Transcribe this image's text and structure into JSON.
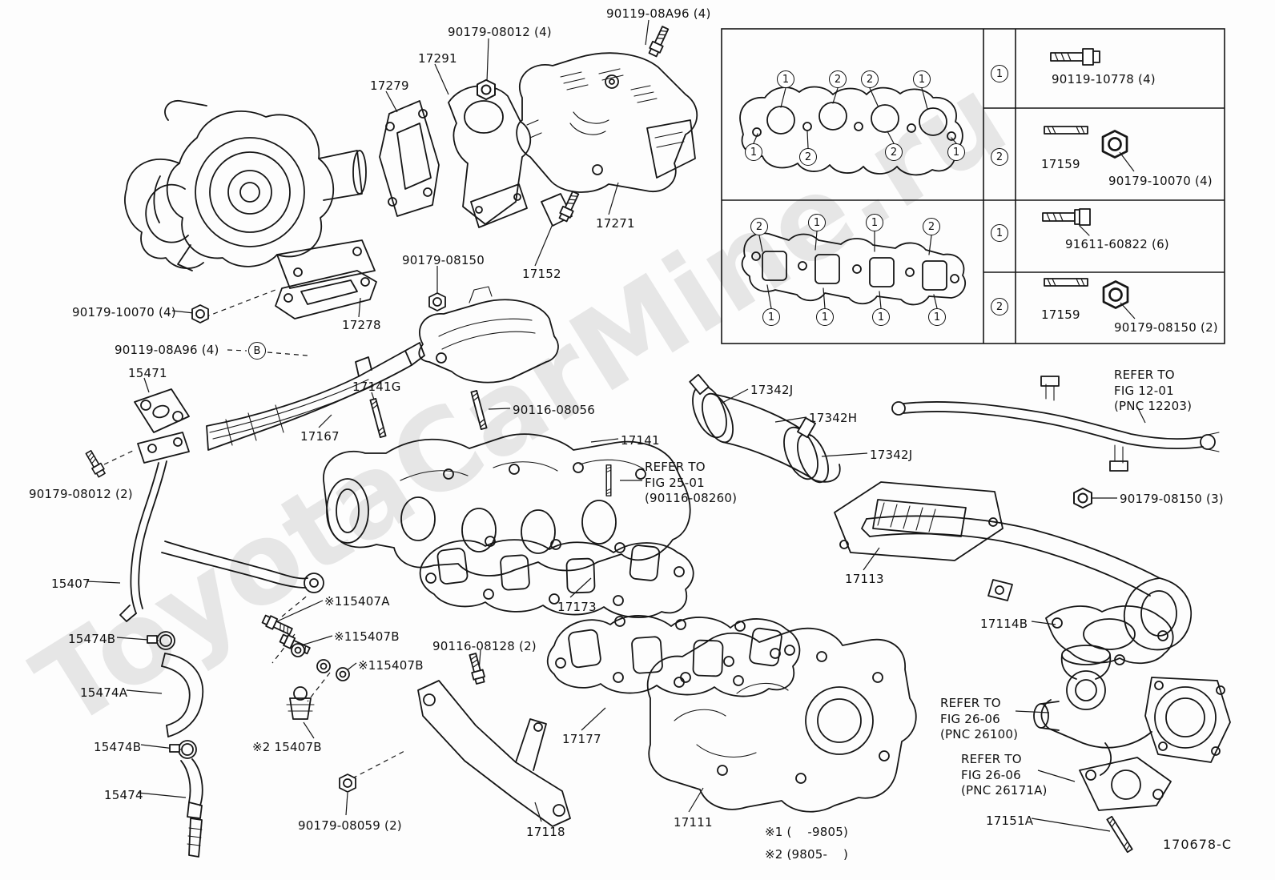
{
  "meta": {
    "drawing_number": "170678-C",
    "watermark": "ToyotaCarMine.ru"
  },
  "notes": {
    "note1": "※1 (    -9805)",
    "note2": "※2 (9805-    )"
  },
  "callout_b": "B",
  "labels": [
    {
      "text": "90119-08A96 (4)"
    },
    {
      "text": "90179-08012 (4)"
    },
    {
      "text": "17291"
    },
    {
      "text": "17279"
    },
    {
      "text": "17271"
    },
    {
      "text": "90179-08150"
    },
    {
      "text": "17152"
    },
    {
      "text": "90179-10070 (4)"
    },
    {
      "text": "17278"
    },
    {
      "text": "90119-08A96 (4)"
    },
    {
      "text": "15471"
    },
    {
      "text": "17141G"
    },
    {
      "text": "90116-08056"
    },
    {
      "text": "17167"
    },
    {
      "text": "17141"
    },
    {
      "text": "17342J"
    },
    {
      "text": "17342H"
    },
    {
      "text": "17342J"
    },
    {
      "text": "REFER TO\nFIG 12-01\n(PNC 12203)"
    },
    {
      "text": "REFER TO\nFIG 25-01\n(90116-08260)"
    },
    {
      "text": "90179-08012 (2)"
    },
    {
      "text": "90179-08150 (3)"
    },
    {
      "text": "15407"
    },
    {
      "text": "17113"
    },
    {
      "text": "※115407A"
    },
    {
      "text": "17173"
    },
    {
      "text": "17114B"
    },
    {
      "text": "15474B"
    },
    {
      "text": "※115407B"
    },
    {
      "text": "90116-08128 (2)"
    },
    {
      "text": "※115407B"
    },
    {
      "text": "15474A"
    },
    {
      "text": "REFER TO\nFIG 26-06\n(PNC 26100)"
    },
    {
      "text": "15474B"
    },
    {
      "text": "※2 15407B"
    },
    {
      "text": "17177"
    },
    {
      "text": "REFER TO\nFIG 26-06\n(PNC 26171A)"
    },
    {
      "text": "15474"
    },
    {
      "text": "90179-08059 (2)"
    },
    {
      "text": "17118"
    },
    {
      "text": "17111"
    },
    {
      "text": "17151A"
    }
  ],
  "legend_table": {
    "rows": [
      {
        "index": "1",
        "items": [
          {
            "icon": "hex-bolt",
            "part": "90119-10778 (4)"
          }
        ]
      },
      {
        "index": "2",
        "items": [
          {
            "icon": "stud",
            "part": "17159"
          },
          {
            "icon": "hex-nut",
            "part": "90179-10070 (4)"
          }
        ]
      },
      {
        "index": "1",
        "items": [
          {
            "icon": "flange-bolt",
            "part": "91611-60822 (6)"
          }
        ]
      },
      {
        "index": "2",
        "items": [
          {
            "icon": "stud",
            "part": "17159"
          },
          {
            "icon": "hex-nut",
            "part": "90179-08150 (2)"
          }
        ]
      }
    ],
    "gasket1_callouts": [
      "1",
      "2",
      "2",
      "1",
      "1",
      "2",
      "2",
      "1"
    ],
    "gasket2_callouts": [
      "2",
      "1",
      "1",
      "2",
      "1",
      "1",
      "1",
      "1"
    ]
  }
}
